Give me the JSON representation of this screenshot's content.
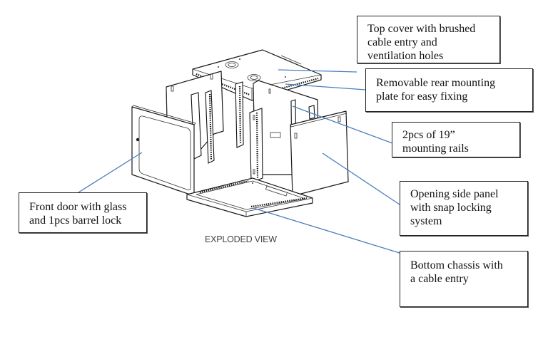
{
  "diagram": {
    "caption": "EXPLODED VIEW",
    "leader_color": "#4a7ebb",
    "callouts": [
      {
        "id": "top-cover",
        "text": "Top cover with brushed\ncable entry and\nventilation holes"
      },
      {
        "id": "rear-mounting-plate",
        "text": "Removable rear mounting\nplate for easy fixing"
      },
      {
        "id": "mounting-rails",
        "text": "2pcs of 19”\nmounting rails"
      },
      {
        "id": "side-panel",
        "text": "Opening side panel\nwith snap locking\nsystem"
      },
      {
        "id": "bottom-chassis",
        "text": "Bottom chassis with\na cable entry"
      },
      {
        "id": "front-door",
        "text": "Front door with glass\nand 1pcs barrel lock"
      }
    ]
  }
}
